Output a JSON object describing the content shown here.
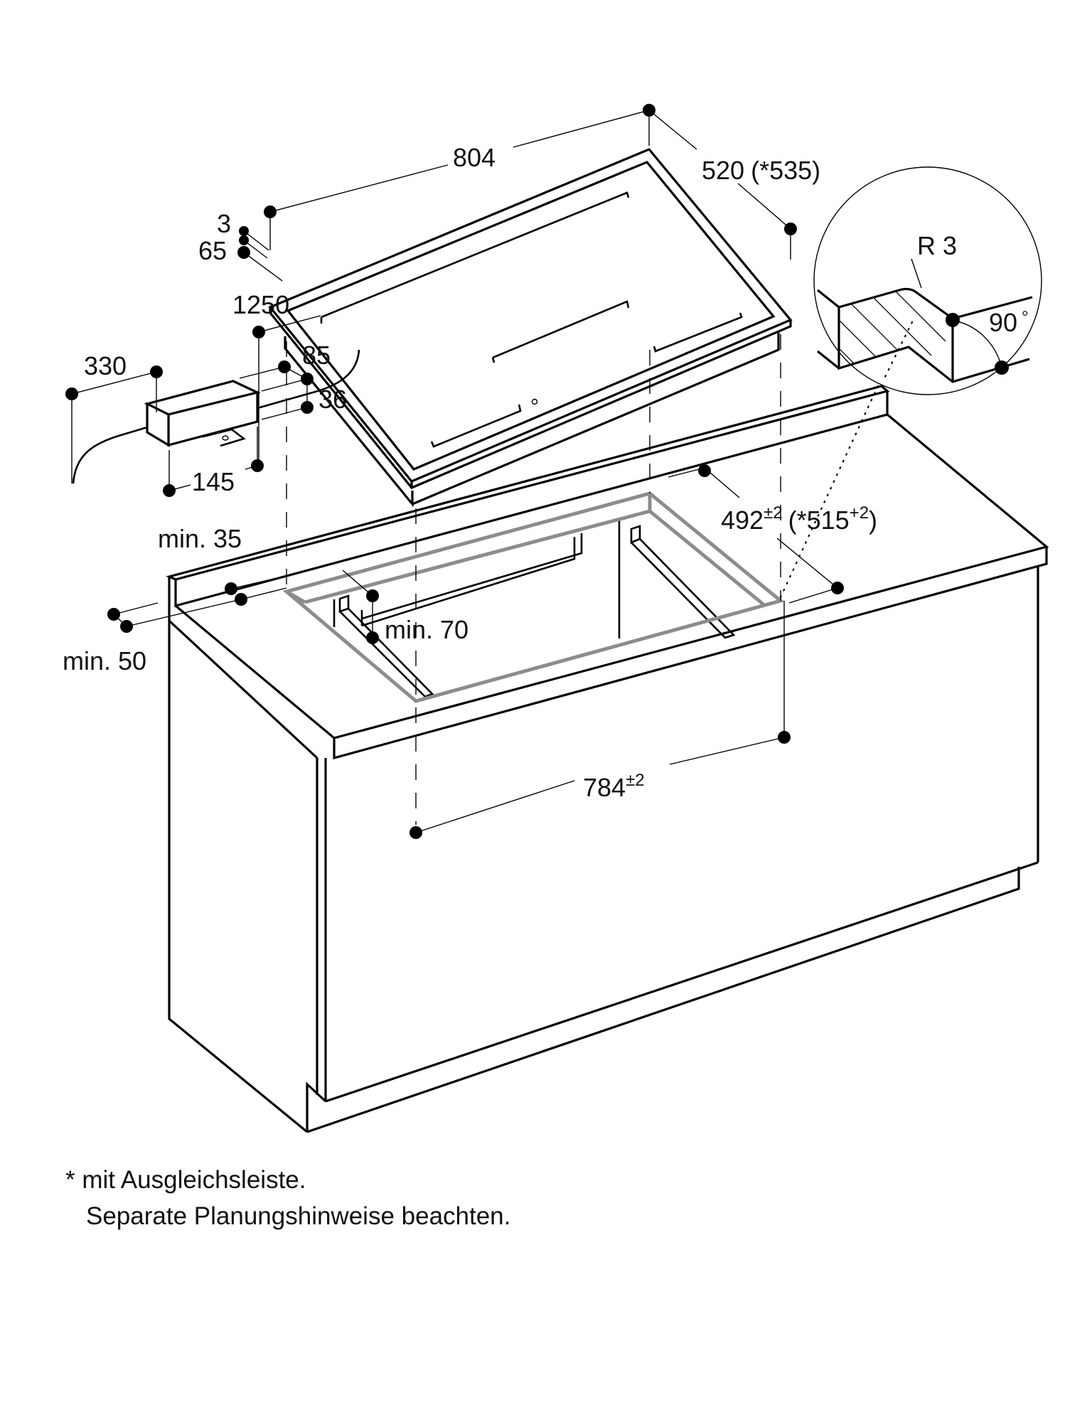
{
  "drawing": {
    "title": "Einbaumaße Kochfeld",
    "type": "installation-dimension-drawing",
    "cooktop": {
      "width": "804",
      "depth": "520",
      "depth_alt": "(*535)",
      "glass_thickness": "3",
      "height": "65"
    },
    "connection_box": {
      "cable_length": "1250",
      "length": "145",
      "cable_offset": "330",
      "width": "85",
      "height": "36"
    },
    "cutout": {
      "width": "784",
      "width_tol": "±2",
      "depth": "492",
      "depth_tol": "±2",
      "depth_alt_prefix": "(*515",
      "depth_alt_tol": "+2",
      "depth_alt_suffix": ")",
      "min_front": "min. 50",
      "min_back": "min. 35",
      "min_side": "min. 70"
    },
    "detail": {
      "radius": "R 3",
      "angle": "90",
      "angle_unit": "°"
    },
    "notes": {
      "line1": "* mit Ausgleichsleiste.",
      "line2": "Separate Planungshinweise beachten."
    }
  }
}
